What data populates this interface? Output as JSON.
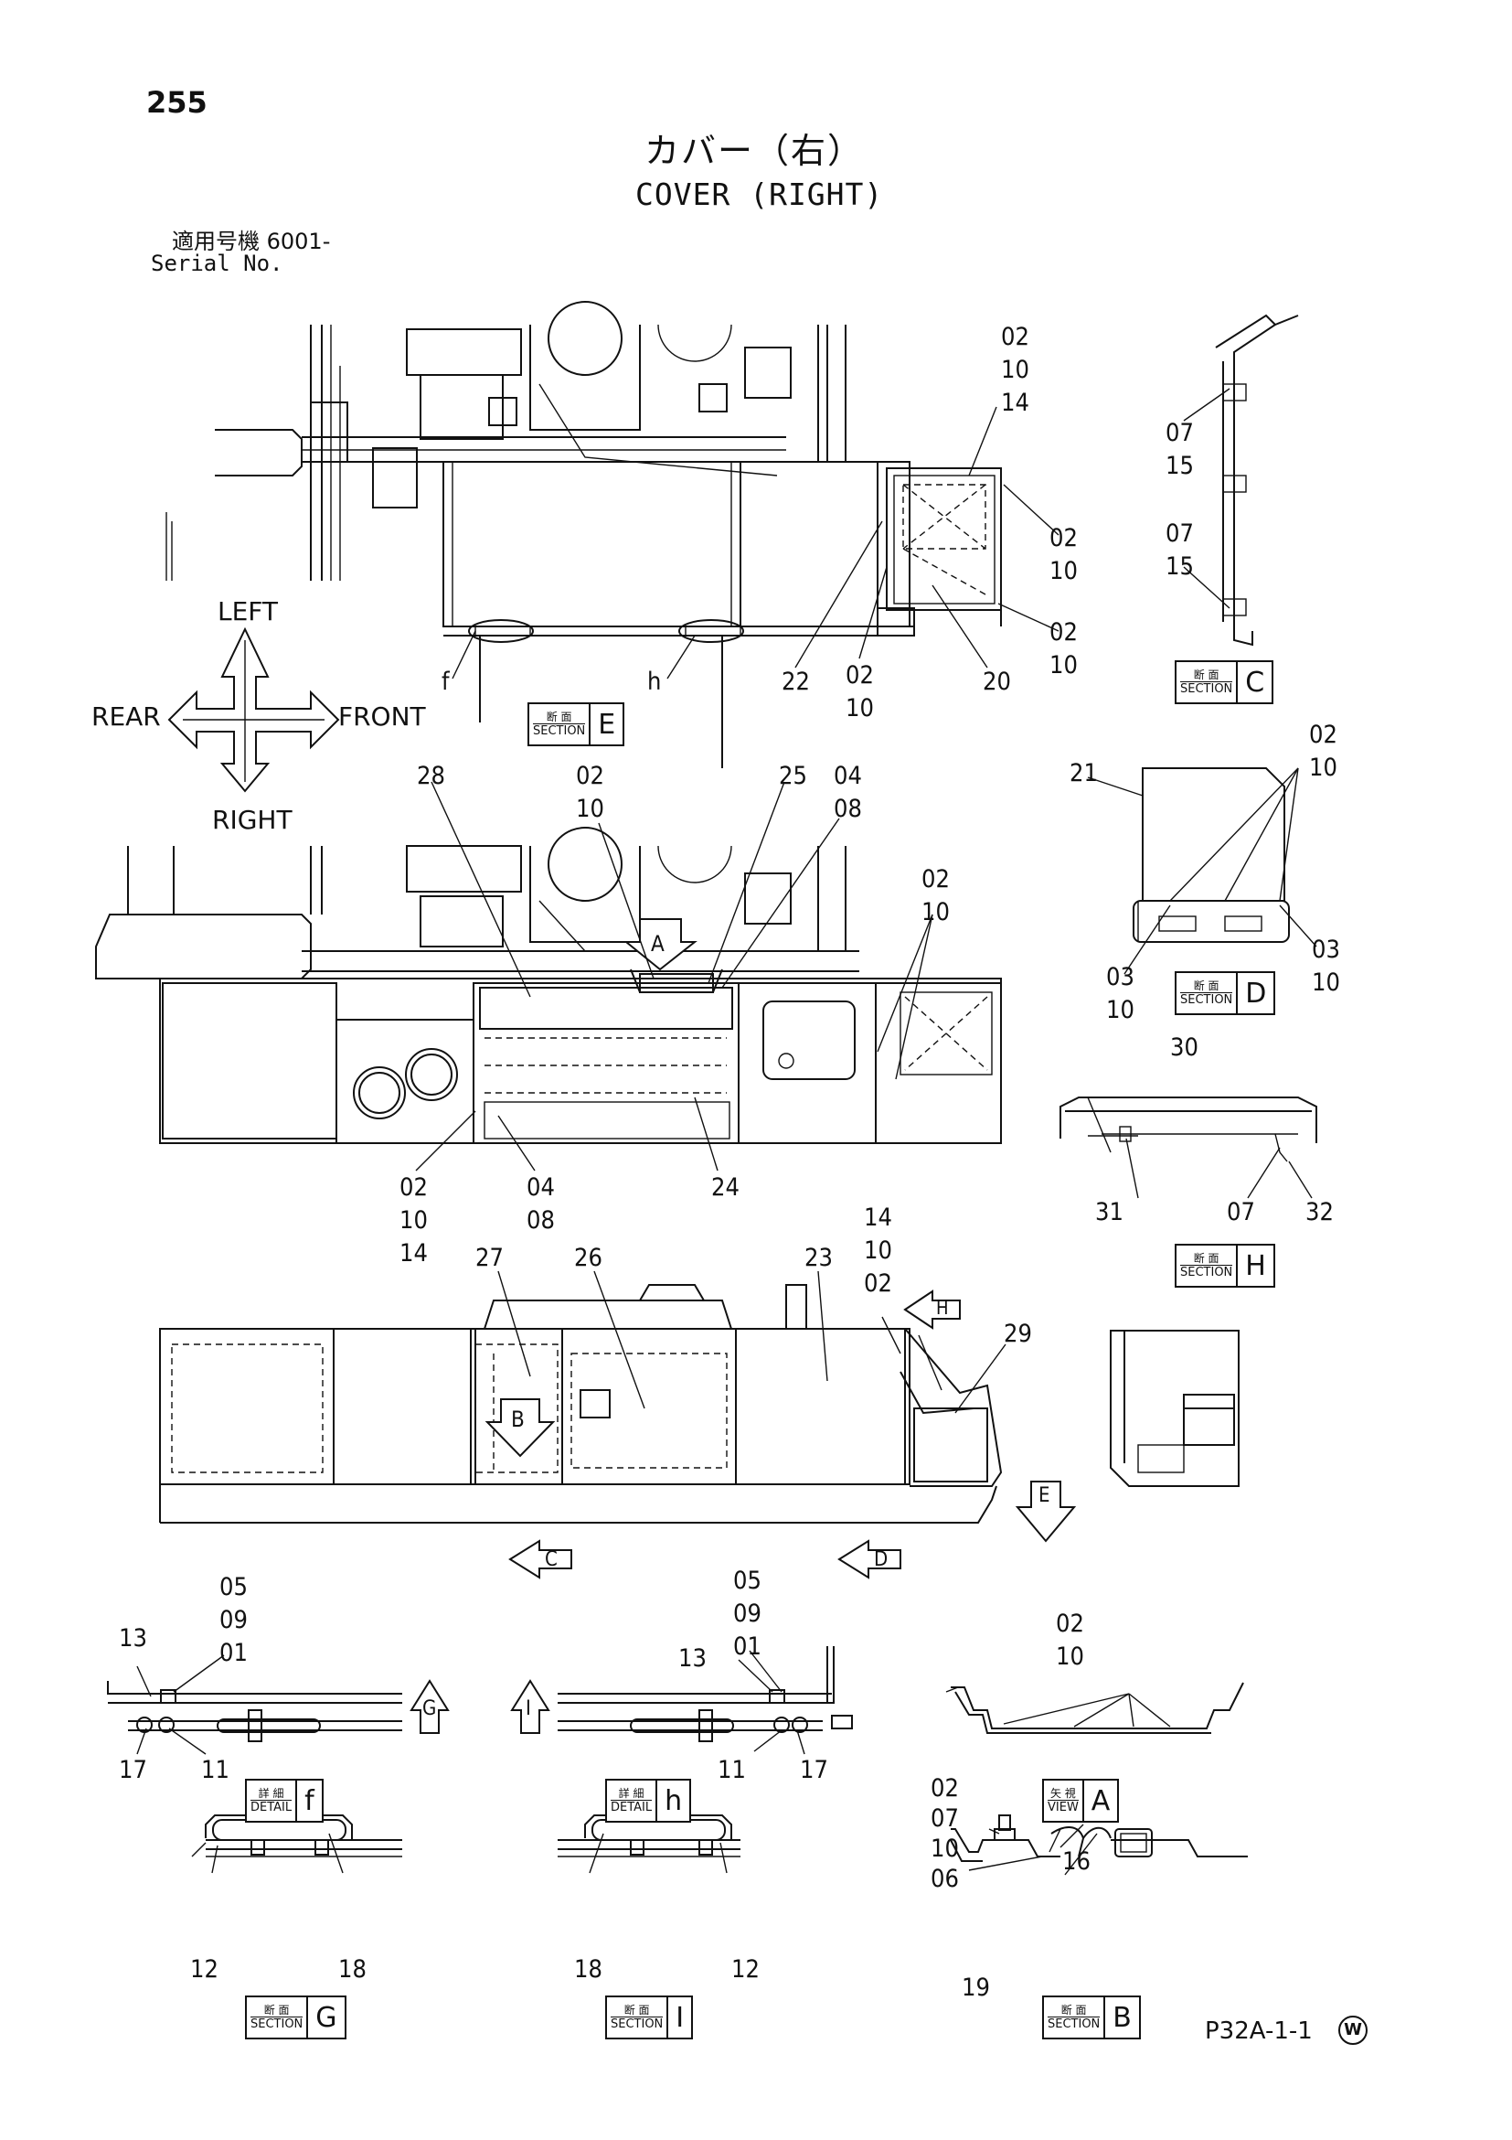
{
  "page_number": "255",
  "title_jp": "カバー（右）",
  "title_en": "COVER (RIGHT)",
  "serial_jp": "適用号機  6001-",
  "serial_en": "Serial No.",
  "directions": {
    "left": "LEFT",
    "right": "RIGHT",
    "rear": "REAR",
    "front": "FRONT"
  },
  "drawing_code": "P32A-1-1",
  "mark": "W",
  "boxes": {
    "section_jp": "断 面",
    "section_en": "SECTION",
    "detail_jp": "詳 細",
    "detail_en": "DETAIL",
    "view_jp": "矢 視",
    "view_en": "VIEW",
    "E": "E",
    "C": "C",
    "D": "D",
    "H": "H",
    "f": "f",
    "h": "h",
    "A": "A",
    "G": "G",
    "I": "I",
    "B": "B"
  },
  "arrows": {
    "A": "A",
    "B": "B",
    "C": "C",
    "D": "D",
    "E": "E",
    "G": "G",
    "H": "H",
    "I": "I"
  },
  "labels": {
    "top_right": [
      "02",
      "10",
      "14"
    ],
    "top_r2": [
      "02",
      "10"
    ],
    "top_r3": [
      "02",
      "10"
    ],
    "top_22": "22",
    "top_0210": [
      "02",
      "10"
    ],
    "top_20": "20",
    "f": "f",
    "h": "h",
    "c_0715a": [
      "07",
      "15"
    ],
    "c_0715b": [
      "07",
      "15"
    ],
    "mid_28": "28",
    "mid_0210": [
      "02",
      "10"
    ],
    "mid_25": "25",
    "mid_0408": [
      "04",
      "08"
    ],
    "mid_r0210": [
      "02",
      "10"
    ],
    "mid_021014": [
      "02",
      "10",
      "14"
    ],
    "mid_0408b": [
      "04",
      "08"
    ],
    "mid_24": "24",
    "d_0210": [
      "02",
      "10"
    ],
    "d_21": "21",
    "d_0310a": [
      "03",
      "10"
    ],
    "d_0310b": [
      "03",
      "10"
    ],
    "h_30": "30",
    "h_31": "31",
    "h_07": "07",
    "h_32": "32",
    "s_27": "27",
    "s_26": "26",
    "s_23": "23",
    "s_141002": [
      "14",
      "10",
      "02"
    ],
    "s_29": "29",
    "f_050901": [
      "05",
      "09",
      "01"
    ],
    "f_13": "13",
    "f_17": "17",
    "f_11": "11",
    "h2_050901": [
      "05",
      "09",
      "01"
    ],
    "h2_13": "13",
    "h2_11": "11",
    "h2_17": "17",
    "a_0210": [
      "02",
      "10"
    ],
    "b_02071006": [
      "02",
      "07",
      "10",
      "06"
    ],
    "b_16": "16",
    "b_19": "19",
    "g_12": "12",
    "g_18": "18",
    "i_18": "18",
    "i_12": "12"
  }
}
